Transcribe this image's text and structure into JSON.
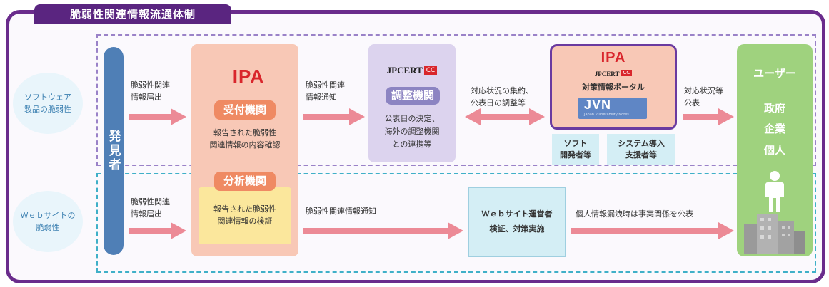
{
  "title": "脆弱性関連情報流通体制",
  "side_labels": {
    "software": "ソフトウェア\n製品の脆弱性",
    "website": "Ｗｅｂサイトの\n脆弱性"
  },
  "reporter": "発見者",
  "arrows": {
    "report_top": "脆弱性関連\n情報届出",
    "report_bottom": "脆弱性関連\n情報届出",
    "notify_top": "脆弱性関連\n情報通知",
    "coordination": "対応状況の集約、\n公表日の調整等",
    "publish_status": "対応状況等\n公表",
    "notify_bottom": "脆弱性関連情報通知",
    "leak_public": "個人情報漏洩時は事実関係を公表"
  },
  "ipa": {
    "logo": "IPA",
    "reception_label": "受付機関",
    "reception_text": "報告された脆弱性\n関連情報の内容確認",
    "analysis_label": "分析機関",
    "analysis_text": "報告された脆弱性\n関連情報の検証"
  },
  "jpcert": {
    "logo": "JPCERT",
    "logo_badge": "CC",
    "label": "調整機関",
    "text": "公表日の決定、\n海外の調整機関\nとの連携等"
  },
  "portal": {
    "ipa_logo": "IPA",
    "jpcert_logo": "JPCERT",
    "jpcert_badge": "CC",
    "title": "対策情報ポータル",
    "jvn_logo": "JVN",
    "jvn_sub": "Japan Vulnerability Notes"
  },
  "chips": {
    "software_dev": "ソフト\n開発者等",
    "system_integrator": "システム導入\n支援者等"
  },
  "website_operator": "Ｗｅｂサイト運営者\n検証、対策実施",
  "users": {
    "title": "ユーザー",
    "groups": [
      "政府",
      "企業",
      "個人"
    ]
  },
  "colors": {
    "frame": "#6a2c8c",
    "arrow": "#ec8a96",
    "reporter": "#4f7fb6",
    "ipa_box": "#f8c8b6",
    "ipa_logo": "#d9262c",
    "jpcert_box": "#dcd3ee",
    "user_box": "#9fd27e",
    "web_box": "#d4eef5"
  }
}
